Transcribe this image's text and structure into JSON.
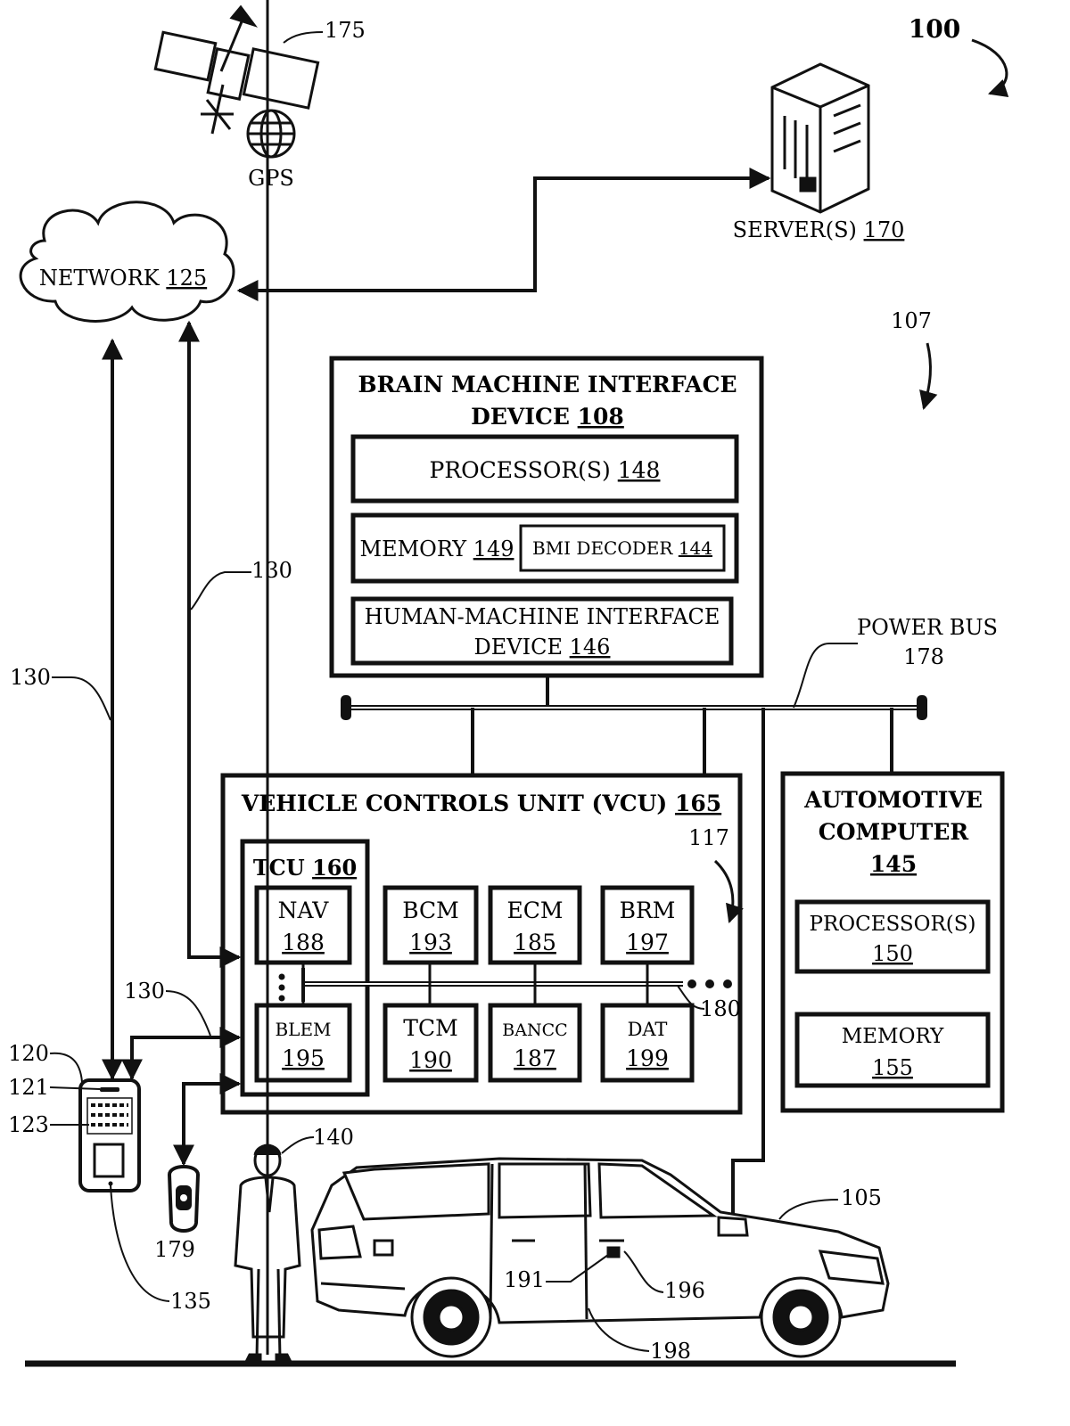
{
  "figure_number": "100",
  "gps": {
    "ref": "175",
    "label": "GPS"
  },
  "server": {
    "label_text": "SERVER(S) ",
    "ref": "170"
  },
  "network": {
    "label_text": "NETWORK ",
    "ref": "125"
  },
  "ref_107": "107",
  "bmi_device": {
    "title_line1": "BRAIN MACHINE INTERFACE",
    "title_line2_text": "DEVICE ",
    "title_ref": "108",
    "processor": {
      "text": "PROCESSOR(S) ",
      "ref": "148"
    },
    "memory": {
      "text": "MEMORY ",
      "ref": "149"
    },
    "decoder": {
      "text": "BMI DECODER ",
      "ref": "144"
    },
    "hmi": {
      "line1": "HUMAN-MACHINE INTERFACE",
      "line2_text": "DEVICE ",
      "ref": "146"
    }
  },
  "power_bus": {
    "line1": "POWER BUS",
    "ref": "178"
  },
  "vcu": {
    "title_text": "VEHICLE CONTROLS UNIT (VCU) ",
    "ref": "165",
    "ref_117": "117",
    "ref_180": "180",
    "tcu": {
      "text": "TCU ",
      "ref": "160"
    },
    "modules": [
      {
        "name": "NAV",
        "ref": "188"
      },
      {
        "name": "BCM",
        "ref": "193"
      },
      {
        "name": "ECM",
        "ref": "185"
      },
      {
        "name": "BRM",
        "ref": "197"
      },
      {
        "name": "BLEM",
        "ref": "195"
      },
      {
        "name": "TCM",
        "ref": "190"
      },
      {
        "name": "BANCC",
        "ref": "187"
      },
      {
        "name": "DAT",
        "ref": "199"
      }
    ]
  },
  "auto_computer": {
    "line1": "AUTOMOTIVE",
    "line2": "COMPUTER",
    "ref": "145",
    "processor": {
      "text": "PROCESSOR(S)",
      "ref": "150"
    },
    "memory": {
      "text": "MEMORY",
      "ref": "155"
    }
  },
  "refs": {
    "link_130_a": "130",
    "link_130_b": "130",
    "link_130_c": "130",
    "phone_120": "120",
    "phone_121": "121",
    "phone_123": "123",
    "phone_135": "135",
    "fob_179": "179",
    "user_140": "140",
    "vehicle_105": "105",
    "part_191": "191",
    "part_196": "196",
    "part_198": "198"
  }
}
